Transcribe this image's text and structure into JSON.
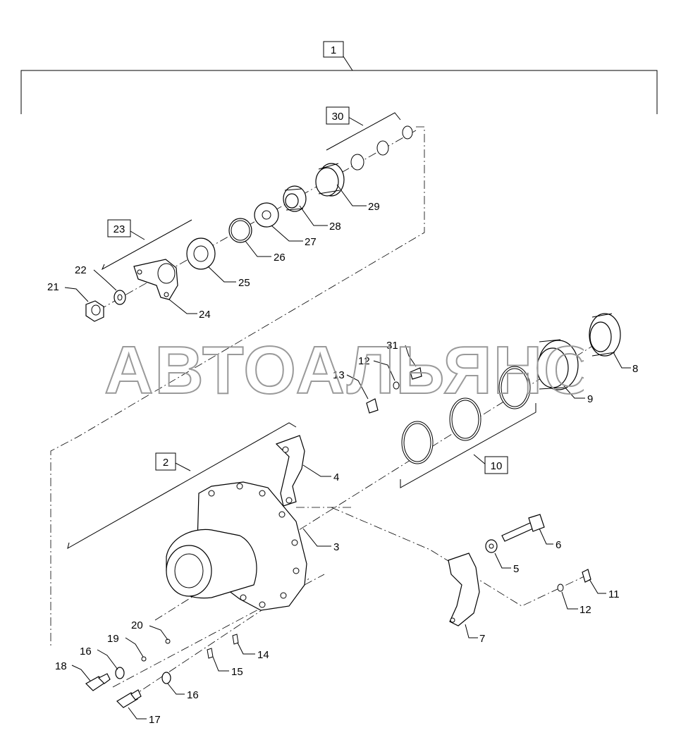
{
  "diagram": {
    "watermark": "АВТОАЛЬЯНС",
    "assembly_boxes": [
      "1",
      "30",
      "23",
      "2",
      "10"
    ],
    "callouts": [
      "29",
      "28",
      "27",
      "26",
      "25",
      "24",
      "22",
      "21",
      "31",
      "12",
      "13",
      "8",
      "9",
      "4",
      "3",
      "6",
      "5",
      "11",
      "12",
      "7",
      "20",
      "19",
      "16",
      "14",
      "18",
      "15",
      "16",
      "17"
    ]
  }
}
